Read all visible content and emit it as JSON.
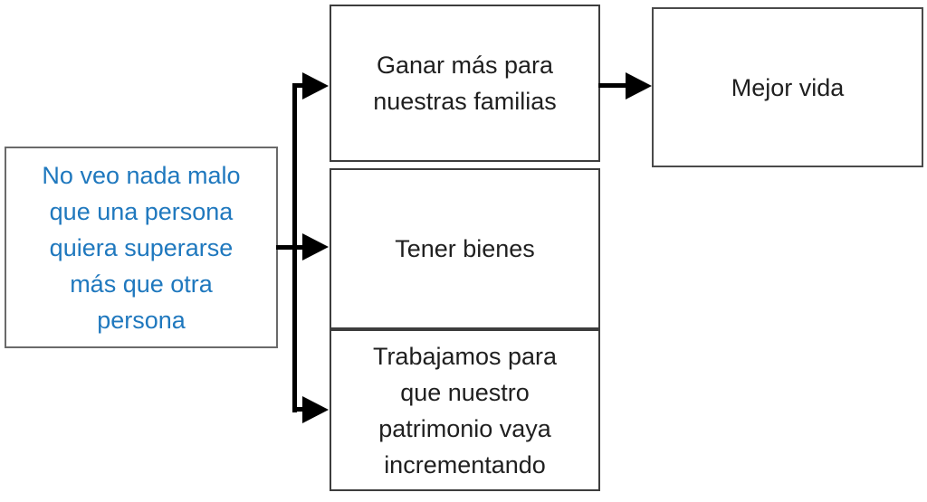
{
  "colors": {
    "opinion_text": "#1F78BE",
    "node_text": "#1F1F1F",
    "arrow": "#000000",
    "background": "#FFFFFF"
  },
  "nodes": {
    "opinion": {
      "text": "No veo nada malo\nque una persona\nquiera superarse\nmás que otra\npersona"
    },
    "reason_top": {
      "text": "Ganar más para\nnuestras familias"
    },
    "reason_middle": {
      "text": "Tener bienes"
    },
    "reason_bottom": {
      "text": "Trabajamos para\nque nuestro\npatrimonio vaya\nincrementando"
    },
    "outcome": {
      "text": "Mejor vida"
    }
  }
}
